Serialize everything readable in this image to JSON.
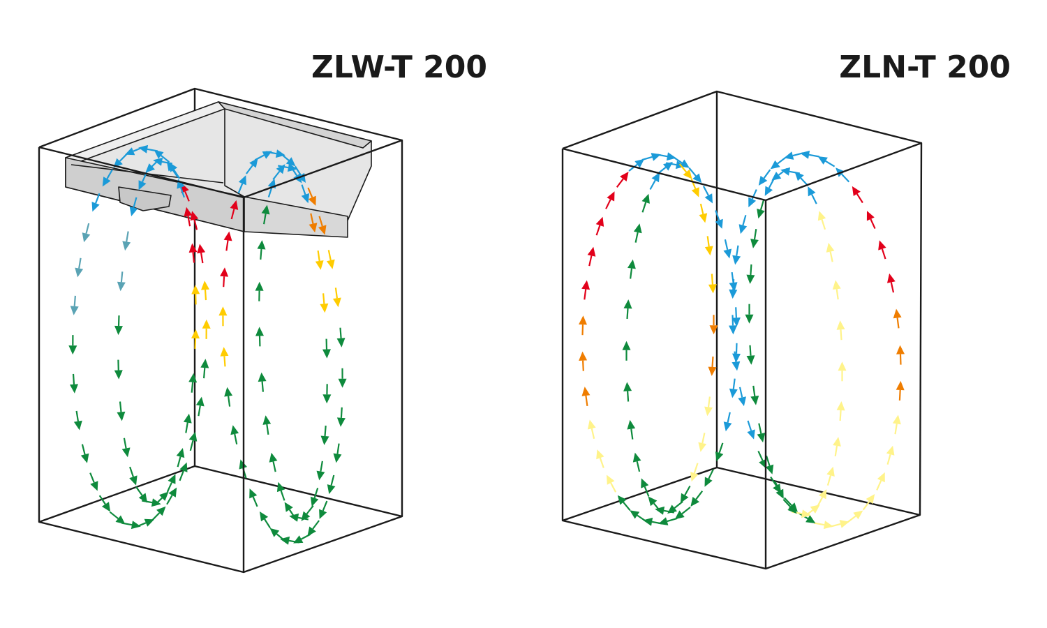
{
  "diagrams": [
    {
      "title": "ZLW-T 200",
      "unit": "ceiling-mounted-heater"
    },
    {
      "title": "ZLN-T 200",
      "unit": "none"
    }
  ],
  "colors": {
    "blue": "#1b9ad8",
    "teal": "#5aa3b4",
    "red": "#e2001a",
    "orange": "#ef7d00",
    "yellow": "#ffcc00",
    "paleyellow": "#fff38a",
    "green": "#0e8a3c",
    "outline": "#1a1a1a",
    "unitfill": "#dedede"
  }
}
